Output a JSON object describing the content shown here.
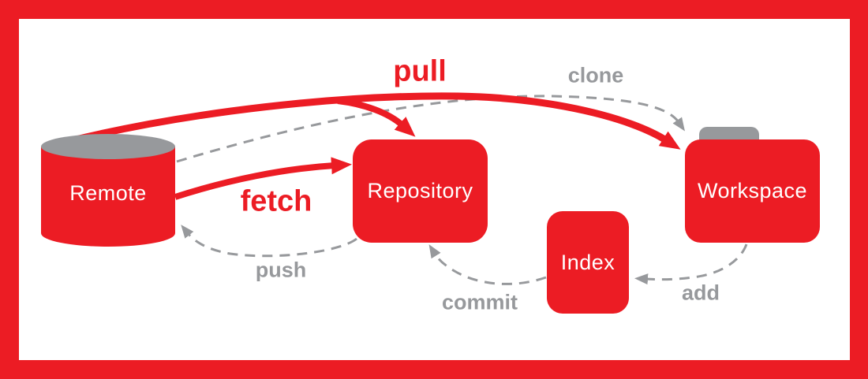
{
  "colors": {
    "red": "#ec1c24",
    "gray": "#97999c",
    "white": "#ffffff"
  },
  "nodes": {
    "remote": {
      "label": "Remote",
      "shape": "cylinder"
    },
    "repository": {
      "label": "Repository",
      "shape": "rounded-rect"
    },
    "index": {
      "label": "Index",
      "shape": "rounded-rect"
    },
    "workspace": {
      "label": "Workspace",
      "shape": "folder"
    }
  },
  "actions": {
    "pull": {
      "label": "pull",
      "style": "solid-red",
      "from": "remote",
      "to": "repository & workspace"
    },
    "clone": {
      "label": "clone",
      "style": "dashed-gray",
      "from": "remote",
      "to": "workspace"
    },
    "fetch": {
      "label": "fetch",
      "style": "solid-red",
      "from": "remote",
      "to": "repository"
    },
    "push": {
      "label": "push",
      "style": "dashed-gray",
      "from": "repository",
      "to": "remote"
    },
    "commit": {
      "label": "commit",
      "style": "dashed-gray",
      "from": "index",
      "to": "repository"
    },
    "add": {
      "label": "add",
      "style": "dashed-gray",
      "from": "workspace",
      "to": "index"
    }
  }
}
